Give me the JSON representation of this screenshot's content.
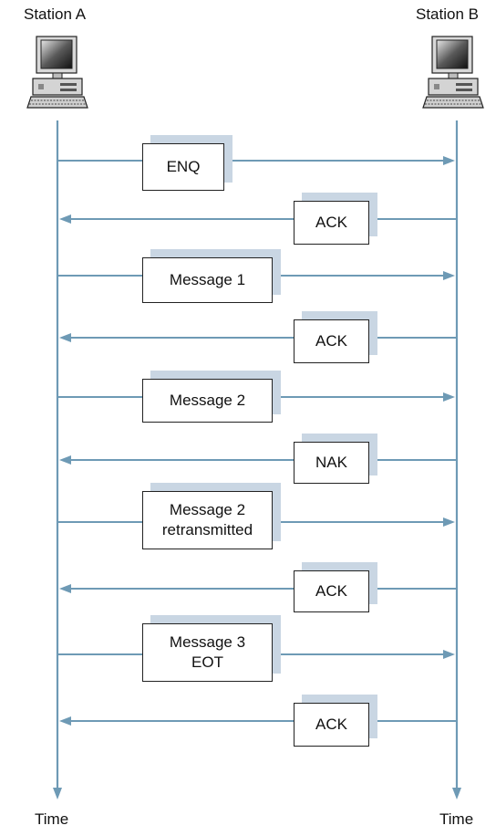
{
  "stations": [
    {
      "name": "Station A",
      "time_label": "Time",
      "icon": "computer-icon"
    },
    {
      "name": "Station B",
      "time_label": "Time",
      "icon": "computer-icon"
    }
  ],
  "colors": {
    "line": "#6e9ab5",
    "box_shadow": "#c9d6e3",
    "text": "#111111"
  },
  "messages": [
    {
      "text": "ENQ",
      "direction": "A-to-B"
    },
    {
      "text": "ACK",
      "direction": "B-to-A"
    },
    {
      "text": "Message 1",
      "direction": "A-to-B"
    },
    {
      "text": "ACK",
      "direction": "B-to-A"
    },
    {
      "text": "Message 2",
      "direction": "A-to-B"
    },
    {
      "text": "NAK",
      "direction": "B-to-A"
    },
    {
      "text": "Message 2\nretransmitted",
      "direction": "A-to-B"
    },
    {
      "text": "ACK",
      "direction": "B-to-A"
    },
    {
      "text": "Message 3\nEOT",
      "direction": "A-to-B"
    },
    {
      "text": "ACK",
      "direction": "B-to-A"
    }
  ]
}
